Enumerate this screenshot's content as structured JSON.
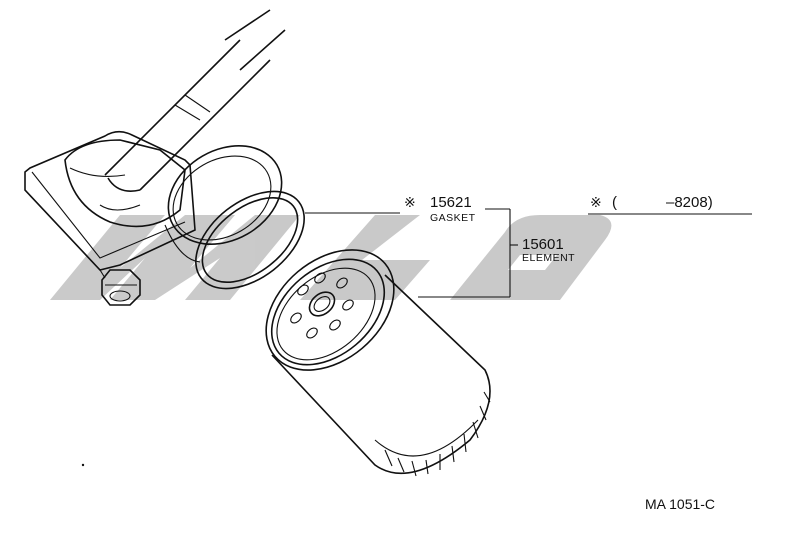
{
  "watermark": {
    "text": "wLQC",
    "color": "#bdbdbd"
  },
  "parts": [
    {
      "number": "15621",
      "name": "GASKET",
      "mark": "※"
    },
    {
      "number": "15601",
      "name": "ELEMENT",
      "mark": ""
    }
  ],
  "note": {
    "mark": "※",
    "paren_open": "(",
    "range": "–8208)"
  },
  "figure_ref": "MA 1051-C"
}
